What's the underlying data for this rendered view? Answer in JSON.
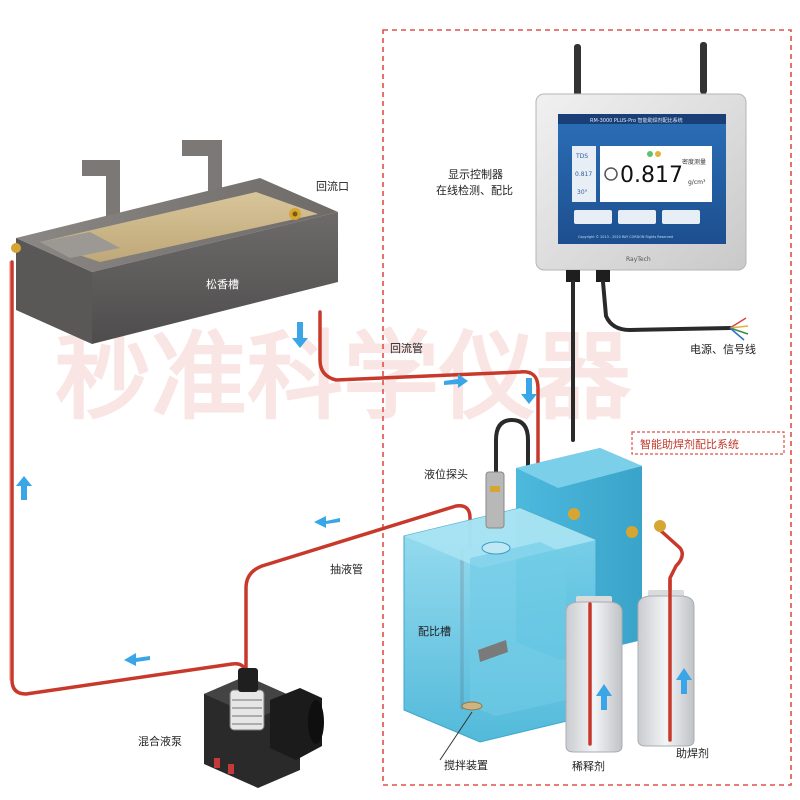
{
  "labels": {
    "return_port": "回流口",
    "rosin_tank": "松香槽",
    "return_pipe": "回流管",
    "display_controller": "显示控制器",
    "display_controller_sub": "在线检测、配比",
    "power_signal": "电源、信号线",
    "system_name": "智能助焊剂配比系统",
    "level_probe": "液位探头",
    "suction_pipe": "抽液管",
    "mixing_tank": "配比槽",
    "mixing_pump": "混合液泵",
    "stirrer": "搅拌装置",
    "thinner": "稀释剂",
    "flux": "助焊剂",
    "watermark": "秒准科学仪器"
  },
  "screen": {
    "header_text": "RM-3000 PLUS-Pro 智能助焊剂配比系统",
    "value": "0.817",
    "unit": "g/cm³",
    "side_label": "密度测量",
    "badge_top": "TDS",
    "badge_mid": "0.817",
    "badge_bottom": "30°",
    "footer_text": "Copyright © 2013 - 2020 RAY CORDON Rights Reserved",
    "brand": "RayTech"
  },
  "colors": {
    "pipe": "#c9392b",
    "arrow": "#3aa6e8",
    "tank_blue": "#5bc3de",
    "dashed_border": "#e0504a"
  }
}
